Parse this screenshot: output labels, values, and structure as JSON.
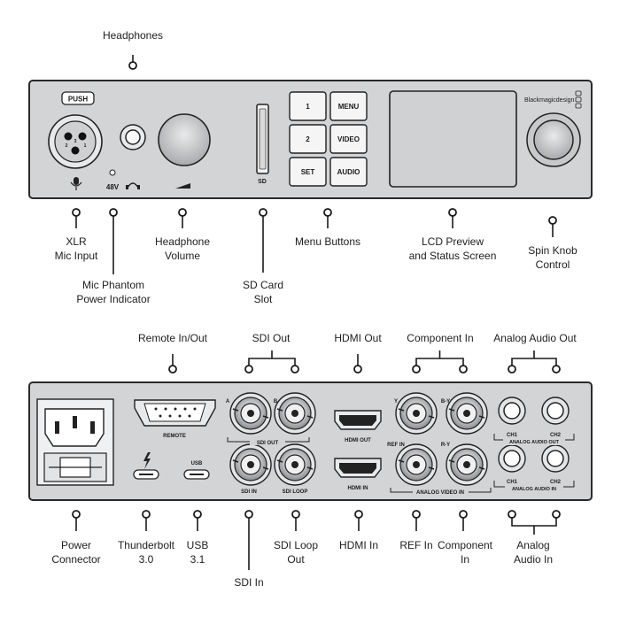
{
  "front": {
    "callouts": {
      "headphones": "Headphones",
      "xlr": "XLR\nMic Input",
      "phantom": "Mic Phantom\nPower Indicator",
      "hp_volume": "Headphone\nVolume",
      "sd_slot": "SD Card\nSlot",
      "menu_buttons": "Menu Buttons",
      "lcd": "LCD Preview\nand Status Screen",
      "knob": "Spin Knob\nControl"
    },
    "panel": {
      "push": "PUSH",
      "pin3": "3",
      "pin2": "2",
      "pin1": "1",
      "v48": "48V",
      "sd": "SD",
      "brand": "Blackmagicdesign"
    },
    "buttons": {
      "b1": "1",
      "b2": "2",
      "set": "SET",
      "menu": "MENU",
      "video": "VIDEO",
      "audio": "AUDIO"
    }
  },
  "rear": {
    "callouts_top": {
      "remote": "Remote In/Out",
      "sdi_out": "SDI Out",
      "hdmi_out": "HDMI Out",
      "component_in": "Component In",
      "analog_out": "Analog Audio Out"
    },
    "callouts_bottom": {
      "power": "Power\nConnector",
      "thunderbolt": "Thunderbolt\n3.0",
      "usb": "USB\n3.1",
      "sdi_in": "SDI In",
      "sdi_loop": "SDI Loop\nOut",
      "hdmi_in": "HDMI In",
      "ref_in": "REF In",
      "component_in": "Component\nIn",
      "analog_in": "Analog\nAudio In"
    },
    "panel": {
      "remote": "REMOTE",
      "usb": "USB",
      "a": "A",
      "b": "B",
      "sdi_out": "SDI OUT",
      "sdi_in": "SDI IN",
      "sdi_loop": "SDI LOOP",
      "hdmi_out": "HDMI OUT",
      "hdmi_in": "HDMI IN",
      "y": "Y",
      "by": "B-Y",
      "ry": "R-Y",
      "ref_in": "REF IN",
      "analog_video_in": "ANALOG VIDEO IN",
      "ch1_out": "CH1",
      "ch2_out": "CH2",
      "analog_audio_out": "ANALOG AUDIO OUT",
      "ch1_in": "CH1",
      "ch2_in": "CH2",
      "analog_audio_in": "ANALOG AUDIO IN"
    }
  },
  "colors": {
    "panel": "#d3d4d6",
    "panel_stroke": "#2a2a2a",
    "lcd": "#cfd1d3",
    "pointer": "#1a1a1a"
  }
}
